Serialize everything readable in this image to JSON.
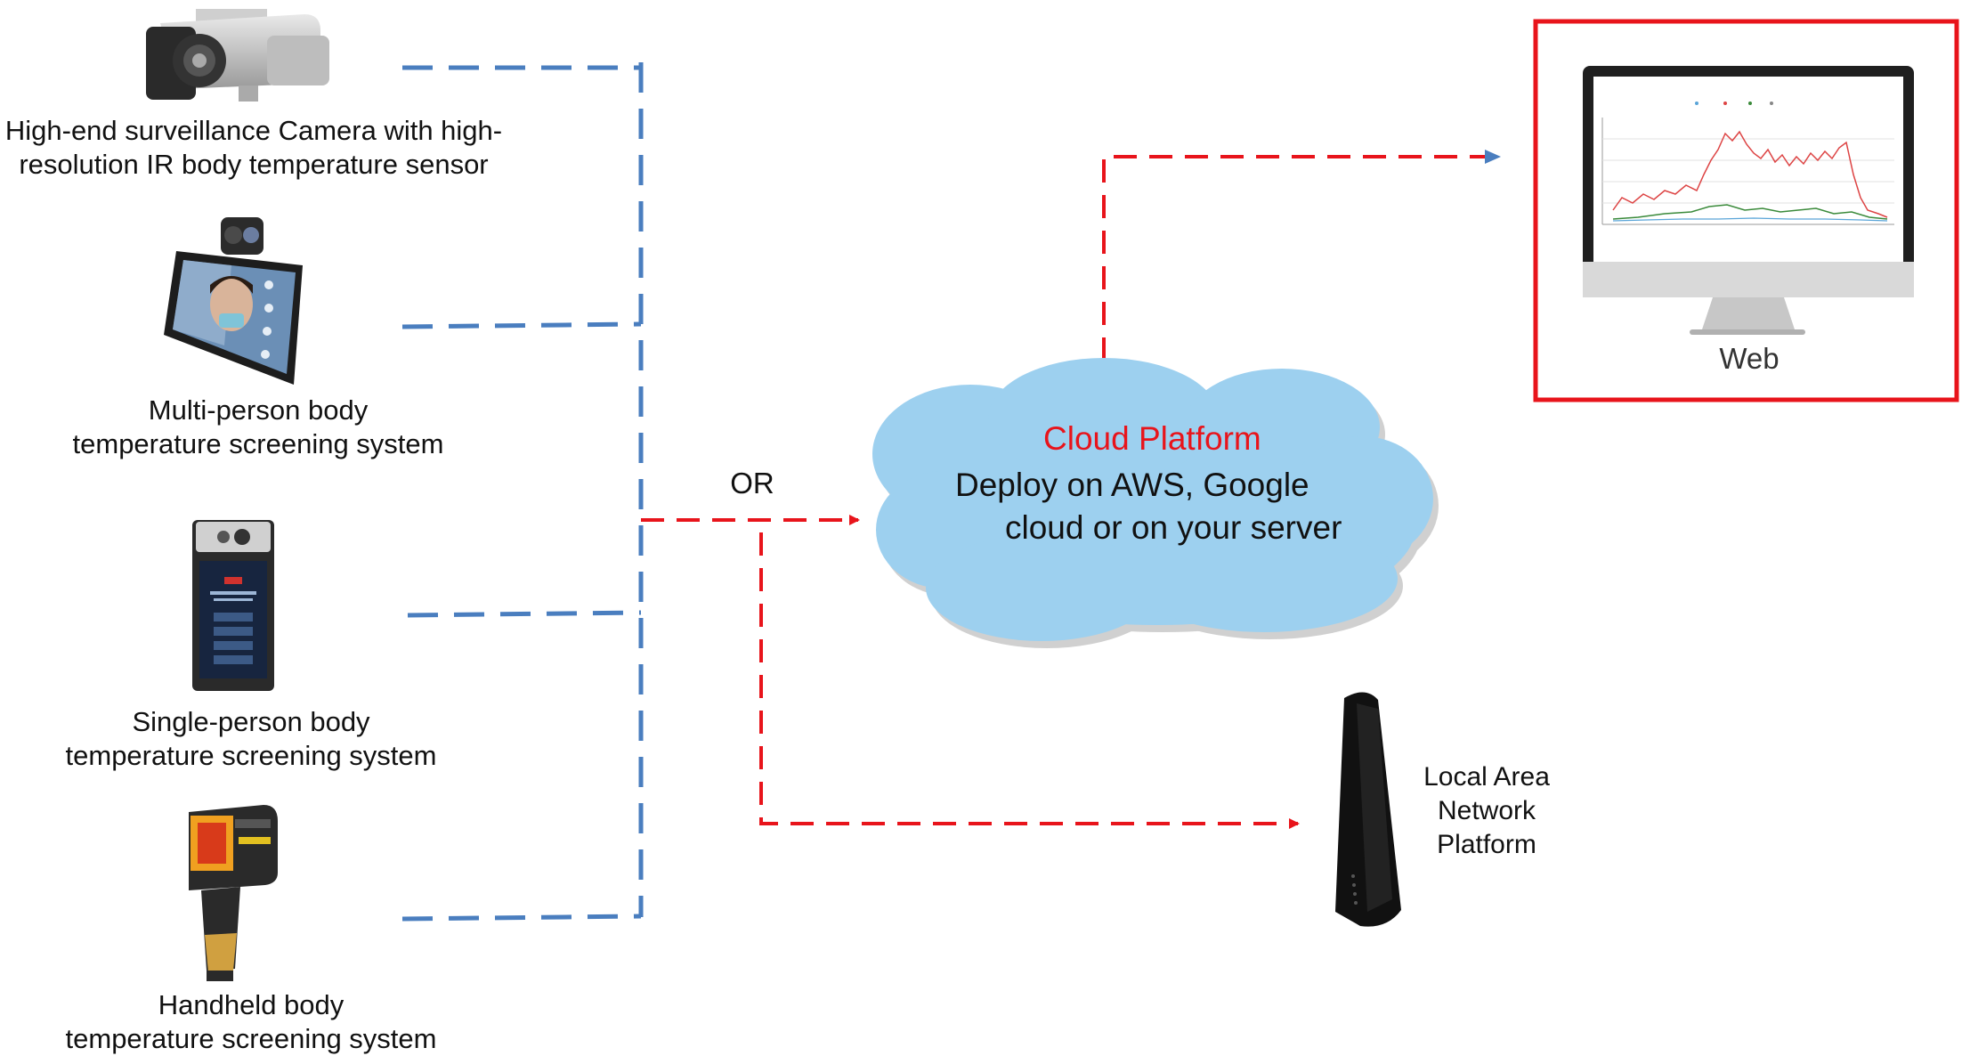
{
  "devices": [
    {
      "line1": "High-end surveillance Camera with high-",
      "line2": "resolution IR body temperature sensor",
      "icon": "surveillance-camera-icon"
    },
    {
      "line1": "Multi-person body",
      "line2": "temperature screening system",
      "icon": "multi-person-screening-terminal-icon"
    },
    {
      "line1": "Single-person body",
      "line2": "temperature screening system",
      "icon": "single-person-screening-terminal-icon"
    },
    {
      "line1": "Handheld body",
      "line2": "temperature screening system",
      "icon": "handheld-thermal-camera-icon"
    }
  ],
  "or_label": "OR",
  "cloud": {
    "title": "Cloud Platform",
    "line1": "Deploy on AWS, Google",
    "line2": "cloud or on your server"
  },
  "web": {
    "label": "Web"
  },
  "lan": {
    "line1": "Local Area",
    "line2": "Network",
    "line3": "Platform"
  },
  "colors": {
    "device_link": "#4a7ebf",
    "cloud_link": "#e8141b",
    "web_frame": "#e8141b",
    "cloud_fill": "#9dd0ef",
    "cloud_title": "#e8141b"
  }
}
